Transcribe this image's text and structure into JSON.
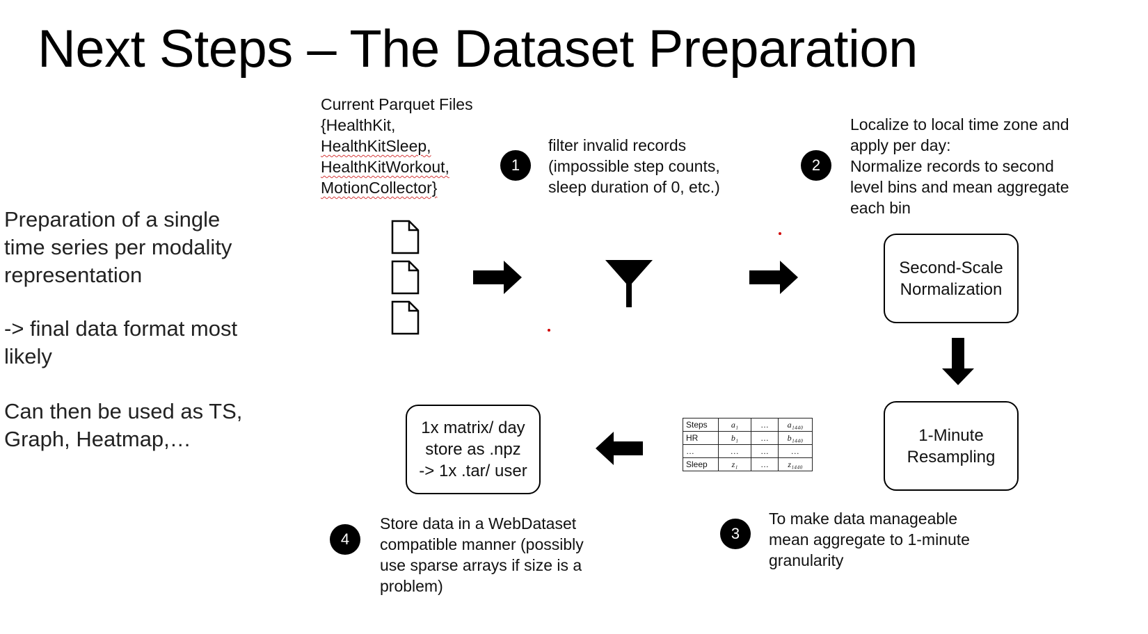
{
  "title": "Next Steps – The Dataset Preparation",
  "left_panel": {
    "para1": "Preparation of a single time series per modality representation",
    "para2": "-> final data format most likely",
    "para3": "Can then be used as TS, Graph, Heatmap,…"
  },
  "input": {
    "heading": "Current Parquet Files",
    "files": [
      "{HealthKit,",
      "HealthKitSleep,",
      "HealthKitWorkout,",
      "MotionCollector}"
    ]
  },
  "steps": [
    {
      "number": "1",
      "text_lines": [
        "filter invalid records",
        "(impossible step counts,",
        "sleep duration of 0, etc.)"
      ]
    },
    {
      "number": "2",
      "text_lines": [
        "Localize to local time zone and",
        "apply per day:",
        "Normalize records to second",
        "level bins and mean aggregate",
        "each bin"
      ]
    },
    {
      "number": "3",
      "text_lines": [
        "To make data manageable",
        "mean aggregate to 1-minute",
        "granularity"
      ]
    },
    {
      "number": "4",
      "text_lines": [
        "Store data in a WebDataset",
        "compatible manner (possibly",
        "use sparse arrays if size is a",
        "problem)"
      ]
    }
  ],
  "boxes": {
    "normalization": "Second-Scale\nNormalization",
    "resampling": "1-Minute\nResampling",
    "output": "1x matrix/ day\nstore as .npz\n-> 1x .tar/ user"
  },
  "matrix": {
    "rows": [
      {
        "label": "Steps",
        "first": "a₁",
        "mid": "…",
        "last": "a₁₄₄₀"
      },
      {
        "label": "HR",
        "first": "b₁",
        "mid": "…",
        "last": "b₁₄₄₀"
      },
      {
        "label": "…",
        "first": "…",
        "mid": "…",
        "last": "…"
      },
      {
        "label": "Sleep",
        "first": "z₁",
        "mid": "…",
        "last": "z₁₄₄₀"
      }
    ]
  },
  "colors": {
    "foreground": "#000000",
    "background": "#ffffff",
    "spellcheck": "#d43a3a"
  },
  "icons": [
    "document-icon",
    "funnel-icon",
    "arrow-right-icon",
    "arrow-down-icon",
    "arrow-left-icon"
  ]
}
